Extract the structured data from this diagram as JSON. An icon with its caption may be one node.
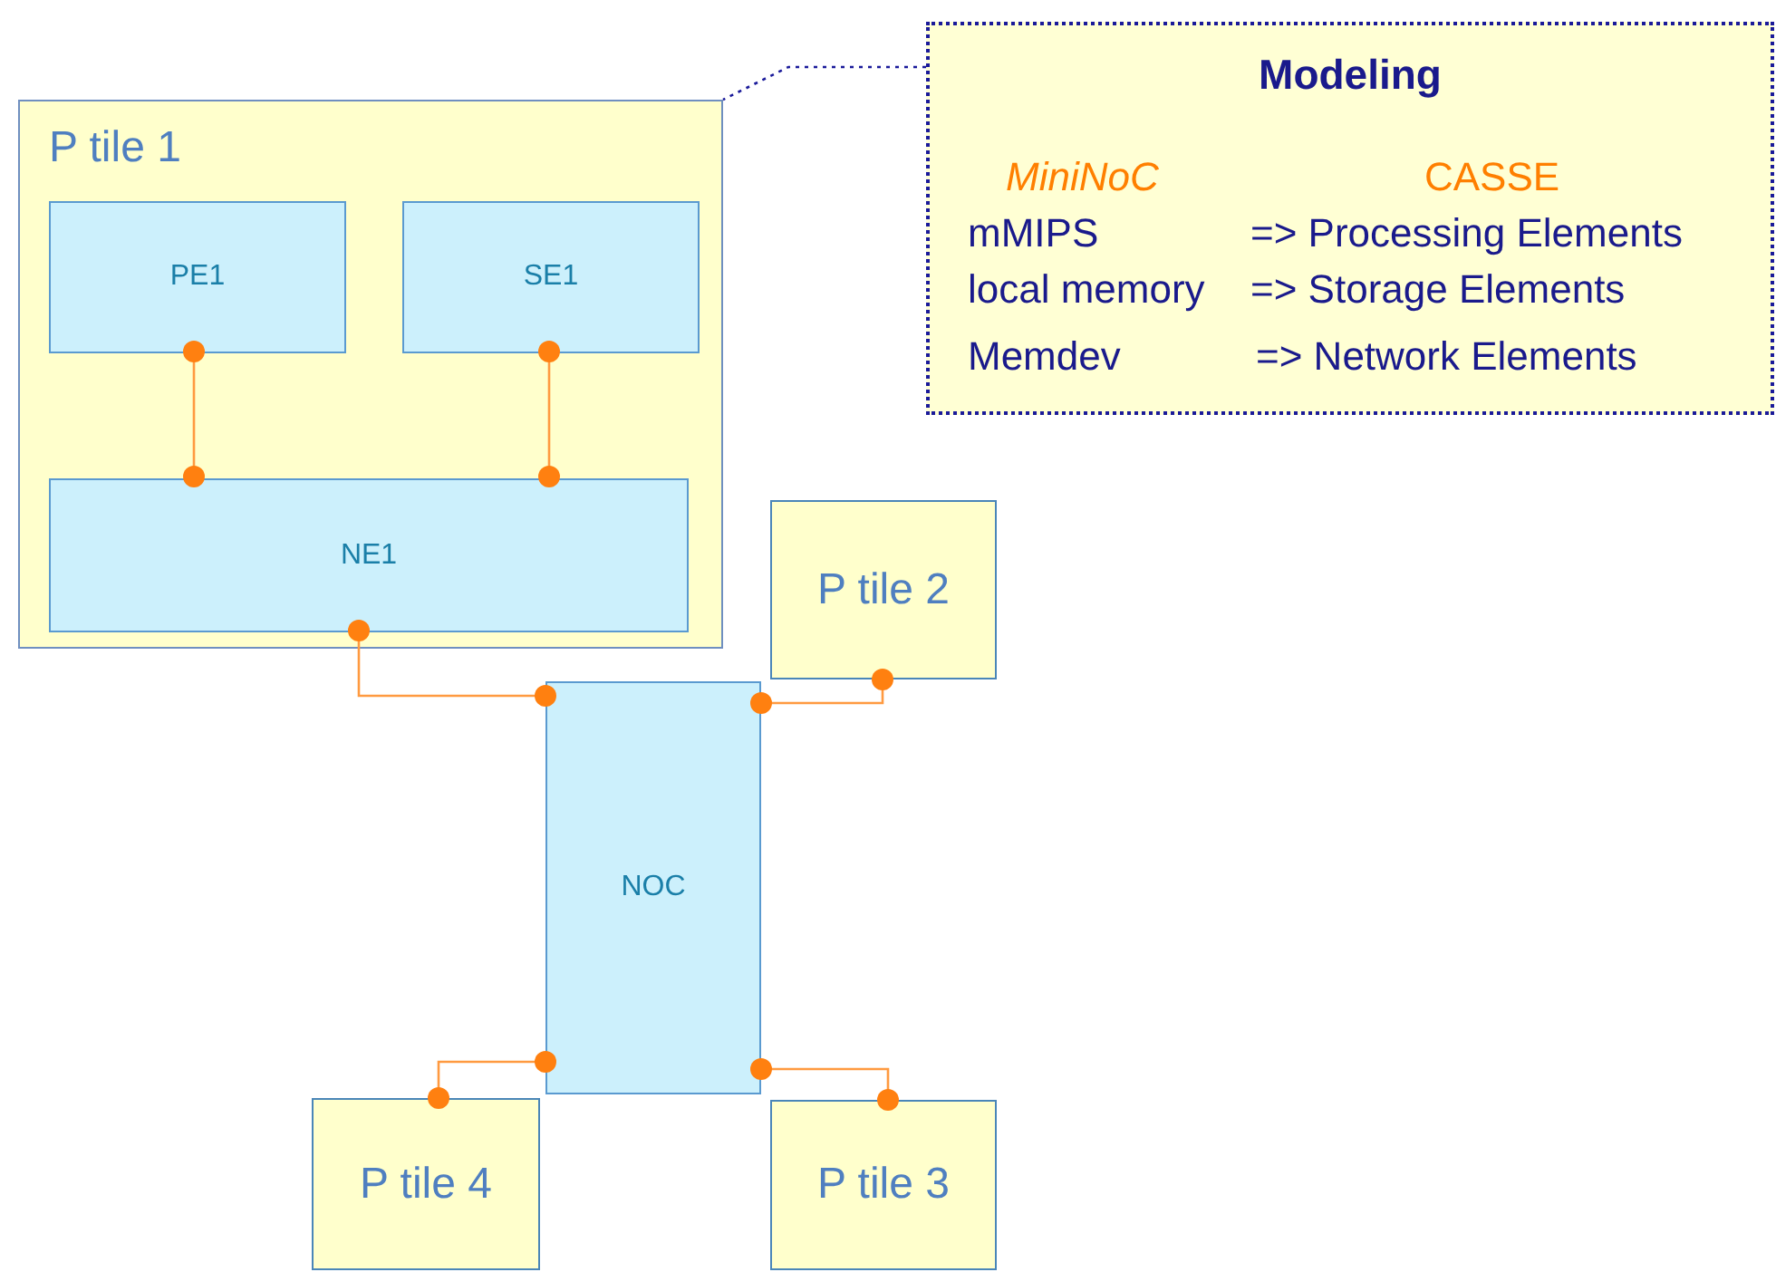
{
  "diagram": {
    "nodes": [
      {
        "text": [
          "P tile 1"
        ]
      },
      {
        "text": [
          "PE1"
        ],
        "in": 0
      },
      {
        "text": [
          "SE1"
        ],
        "in": 0
      },
      {
        "text": [
          "NE1"
        ],
        "in": 0
      },
      {
        "text": [
          "P tile 2"
        ]
      },
      {
        "text": [
          "NOC"
        ]
      },
      {
        "text": [
          "P tile 4"
        ]
      },
      {
        "text": [
          "P tile 3"
        ]
      },
      {
        "text": [
          "Modeling",
          "MiniNoC",
          "CASSE",
          "mMIPS",
          "=> Processing Elements",
          "local memory",
          "=> Storage Elements",
          "Memdev",
          "=> Network Elements"
        ]
      }
    ],
    "edges": [
      {
        "from": 1,
        "to": 3,
        "arrow": "other"
      },
      {
        "from": 2,
        "to": 3,
        "arrow": "other"
      },
      {
        "from": 3,
        "to": 5,
        "arrow": "other"
      },
      {
        "from": 5,
        "to": 4,
        "arrow": "other"
      },
      {
        "from": 5,
        "to": 6,
        "arrow": "other"
      },
      {
        "from": 5,
        "to": 7,
        "arrow": "other"
      },
      {
        "from": 8,
        "to": 0,
        "arrow": "none",
        "style": "dashed",
        "color": "#1a1a9a"
      }
    ]
  }
}
